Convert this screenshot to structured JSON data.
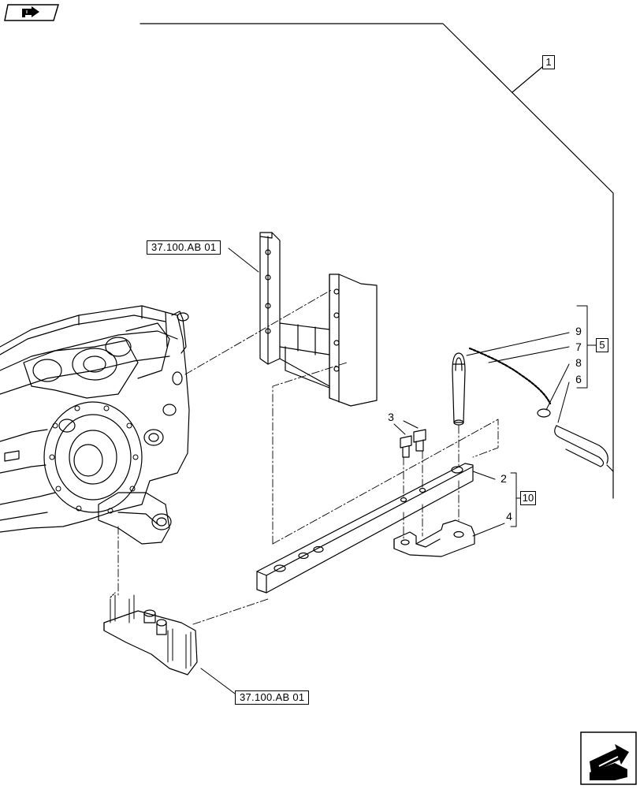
{
  "ref_labels": {
    "upper": "37.100.AB 01",
    "lower": "37.100.AB 01"
  },
  "group_numbers": {
    "kit_main": "1",
    "kit_pin": "5",
    "kit_drawbar": "10"
  },
  "callouts": {
    "c2": "2",
    "c3": "3",
    "c4": "4",
    "c6": "6",
    "c7": "7",
    "c8": "8",
    "c9": "9"
  },
  "icons": {
    "top_left": "previous-page-icon",
    "bottom_right": "next-page-icon"
  },
  "colors": {
    "line": "#000000",
    "background": "#ffffff"
  }
}
